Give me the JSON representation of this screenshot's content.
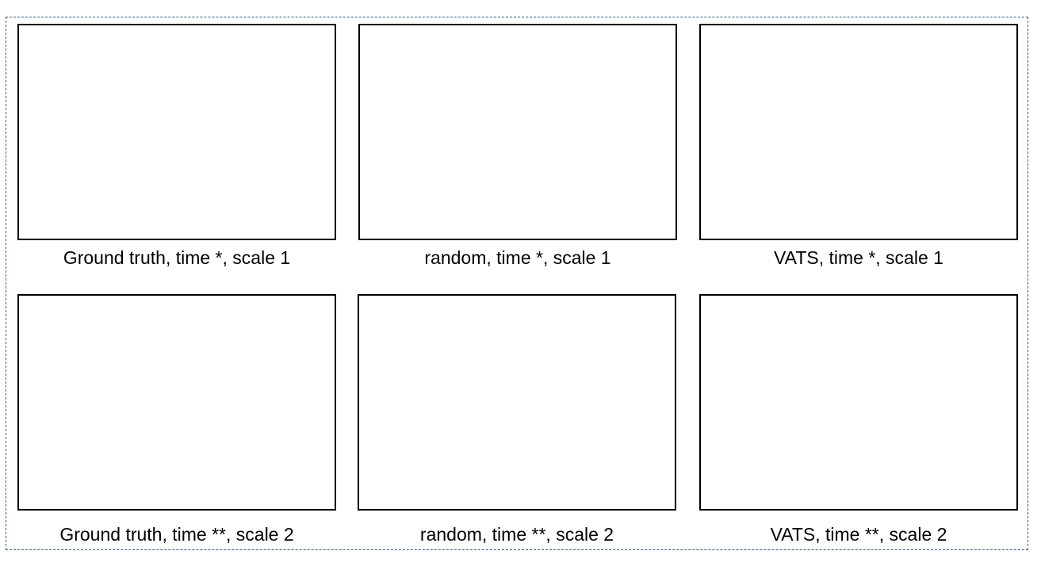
{
  "panels": [
    {
      "caption": "Ground truth, time *, scale 1"
    },
    {
      "caption": "random, time *, scale 1"
    },
    {
      "caption": "VATS, time *, scale 1"
    },
    {
      "caption": "Ground truth, time **, scale 2"
    },
    {
      "caption": "random, time **, scale 2"
    },
    {
      "caption": "VATS, time **, scale 2"
    }
  ],
  "colors": {
    "frame_border": "#3b5a86",
    "panel_border": "#000000"
  }
}
